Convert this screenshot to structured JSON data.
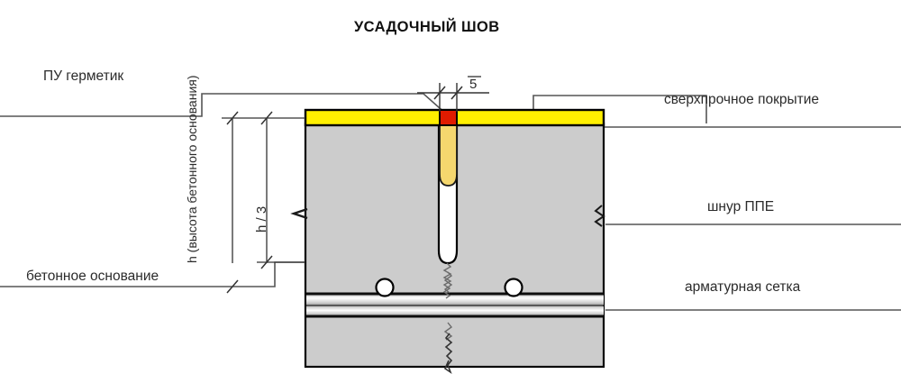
{
  "diagram": {
    "title": "УСАДОЧНЫЙ ШОВ",
    "type": "construction-cross-section",
    "labels": {
      "pu_sealant": "ПУ герметик",
      "concrete_base": "бетонное основание",
      "topcoat": "сверхпрочное покрытие",
      "ppe_cord": "шнур ППЕ",
      "rebar_mesh": "арматурная сетка"
    },
    "dimensions": {
      "joint_width": "5",
      "height_total": "h (высота бетонного основания)",
      "height_third": "h / 3"
    },
    "colors": {
      "topcoat": "#ffef00",
      "sealant": "#e01b00",
      "cord": "#f5d76e",
      "concrete": "#cccccc",
      "slot": "#ffffff",
      "outline": "#000000",
      "leader": "#4d4d4d",
      "text": "#2b2b2b"
    }
  }
}
